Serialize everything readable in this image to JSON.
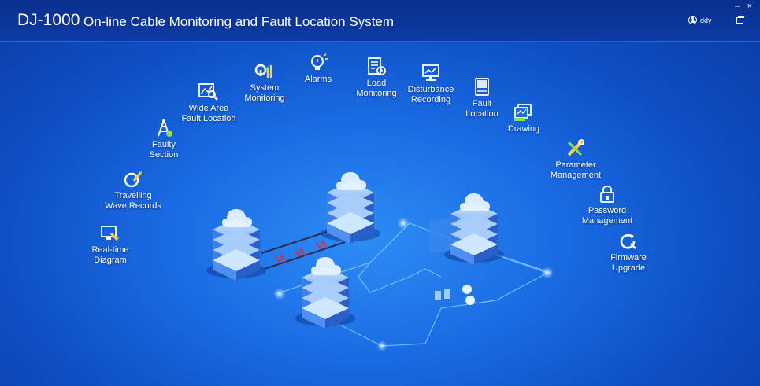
{
  "window": {
    "app_name": "DJ-1000",
    "app_subtitle": "On-line Cable Monitoring and Fault Location System",
    "user": "ddy",
    "minimize": "–",
    "close": "×"
  },
  "modules": [
    {
      "id": "real-time-diagram",
      "label": "Real-time\nDiagram",
      "icon": "monitor-icon"
    },
    {
      "id": "travelling-wave-records",
      "label": "Travelling\nWave Records",
      "icon": "wave-record-icon"
    },
    {
      "id": "faulty-section",
      "label": "Faulty\nSection",
      "icon": "tower-icon"
    },
    {
      "id": "wide-area-fault-location",
      "label": "Wide Area\nFault Location",
      "icon": "map-search-icon"
    },
    {
      "id": "system-monitoring",
      "label": "System\nMonitoring",
      "icon": "system-monitor-icon"
    },
    {
      "id": "alarms",
      "label": "Alarms",
      "icon": "bulb-icon"
    },
    {
      "id": "load-monitoring",
      "label": "Load\nMonitoring",
      "icon": "load-doc-icon"
    },
    {
      "id": "disturbance-recording",
      "label": "Disturbance\nRecording",
      "icon": "chart-screen-icon"
    },
    {
      "id": "fault-location",
      "label": "Fault\nLocation",
      "icon": "book-icon"
    },
    {
      "id": "drawing",
      "label": "Drawing",
      "icon": "drawing-icon"
    },
    {
      "id": "parameter-management",
      "label": "Parameter\nManagement",
      "icon": "tools-icon"
    },
    {
      "id": "password-management",
      "label": "Password\nManagement",
      "icon": "lock-icon"
    },
    {
      "id": "firmware-upgrade",
      "label": "Firmware\nUpgrade",
      "icon": "refresh-icon"
    }
  ],
  "colors": {
    "accent": "#1a6be3",
    "icon_primary": "#ffffff",
    "icon_secondary": "#ffd23a",
    "icon_green": "#8ee04f",
    "cable_fault": "#e2283a"
  }
}
